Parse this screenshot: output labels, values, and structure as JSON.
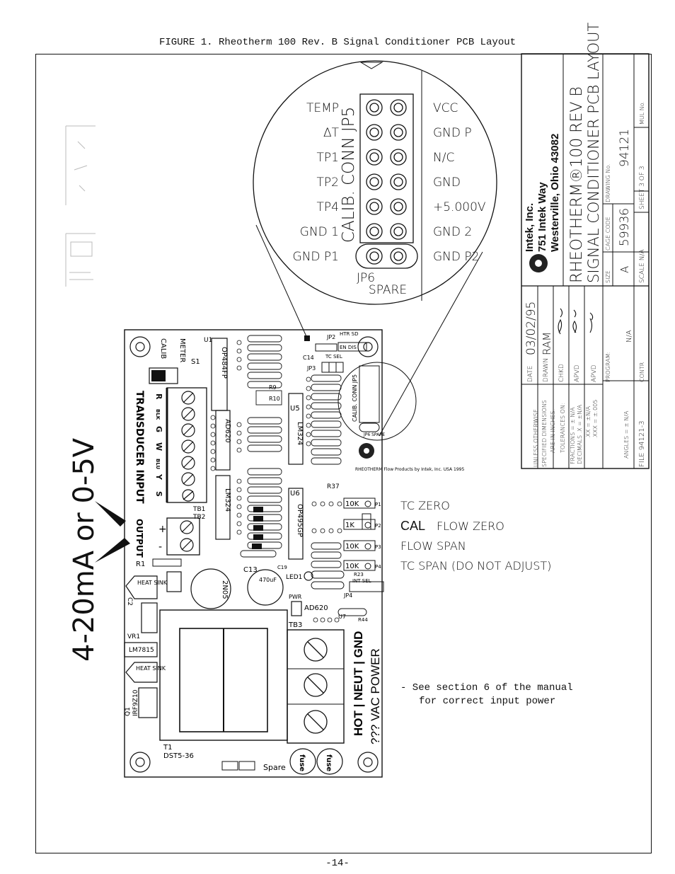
{
  "figure_title": "FIGURE 1. Rheotherm 100 Rev. B Signal Conditioner PCB Layout",
  "page_number": "-14-",
  "output_label": "4-20mA or 0-5V",
  "zoom": {
    "left_labels": [
      "TEMP",
      "ΔT",
      "TP1",
      "TP2",
      "TP4",
      "GND 1",
      "GND P1"
    ],
    "right_labels": [
      "VCC",
      "GND P",
      "N/C",
      "GND",
      "+5.000V",
      "GND 2",
      "GND P2"
    ],
    "conn_label": "CALIB. CONN JP5",
    "jp6": "JP6",
    "spare": "SPARE"
  },
  "adjustments": [
    "TC ZERO",
    "CAL",
    "FLOW ZERO",
    "FLOW SPAN",
    "TC SPAN (DO NOT ADJUST)"
  ],
  "power_note": [
    "- See section 6 of the manual",
    "for correct input power"
  ],
  "board": {
    "transducer_input": "TRANSDUCER INPUT",
    "transducer_pins": [
      "R",
      "BLK",
      "G",
      "W",
      "BLU",
      "Y",
      "S"
    ],
    "calib": "CALIB",
    "meter": "METER",
    "s1": "S1",
    "output": "OUTPUT",
    "heat_sink": "HEAT SINK",
    "lm7815": "LM7815",
    "irf": "IRF9Z10",
    "q1": "Q1",
    "vr1": "VR1",
    "c2": "C2",
    "t1": "T1",
    "dst": "DST5-36",
    "spare": "Spare",
    "fuse": "fuse",
    "power_terminals": "HOT | NEUT | GND",
    "vac_power": "??? VAC POWER",
    "chips": [
      "OP484FP",
      "AD620",
      "LM324",
      "U5",
      "LM324",
      "U6",
      "OP495GP",
      "AD620"
    ],
    "c13": "C13",
    "c13_val": "470uF",
    "q2": "2N05",
    "led": "LED1",
    "pwr": "PWR",
    "tb1": "TB1",
    "tb2": "TB2",
    "tb3": "TB3",
    "r1": "R1",
    "r37": "R37",
    "r23": "R23",
    "r44": "R44",
    "jp2": "JP2",
    "htr_sd": "HTR SD",
    "en_dis": "EN DIS",
    "jp3": "JP3",
    "tc_sel": "TC SEL",
    "jp4": "JP4",
    "int_sel": "INT SEL",
    "calib_conn": "CALIB. CONN JP5",
    "jp6_spare": "JP6 SPARE",
    "pots": [
      "10K",
      "1K",
      "10K",
      "10K"
    ],
    "pot_refs": [
      "P1",
      "P2",
      "P3",
      "P4"
    ],
    "rheotherm_logo": "RHEOTHERM Flow Products by Intek, Inc. USA 1995",
    "r9": "R9",
    "r10": "R10",
    "c14": "C14",
    "c19": "C19",
    "u1": "U1",
    "u7": "U7"
  },
  "title_block": {
    "company": "Intek, Inc.",
    "address1": "751 Intek Way",
    "address2": "Westerville, Ohio 43082",
    "title1": "RHEOTHERM®100 REV B",
    "title2": "SIGNAL CONDITIONER PCB LAYOUT",
    "size_label": "SIZE",
    "size": "A",
    "cage_label": "CAGE CODE",
    "cage": "59936",
    "dwg_label": "DRAWING No.",
    "dwg": "94121",
    "scale": "SCALE N/A",
    "sheet": "SHEET 3 OF 3",
    "mul": "MUL No.",
    "date_label": "DATE",
    "date": "03/02/95",
    "drawn_label": "DRAWN",
    "drawn": "RAM",
    "chkd_label": "CHKD",
    "apvd_label": "APVD",
    "apvd2_label": "APVD",
    "program_label": "PROGRAM:",
    "program": "N/A",
    "contr_label": "CONTR",
    "file": "FILE 94121-3",
    "notes": [
      "UNLESS OTHERWISE",
      "SPECIFIED DIMENSIONS",
      "ARE IN INCHES.",
      "TOLERANCES ON:",
      "FRACTIONS = ± N/A",
      "DECIMALS .X = ±N/A",
      ".XX = ±N/A",
      ".XXX = ±.005",
      "ANGLES = ± N/A"
    ]
  }
}
